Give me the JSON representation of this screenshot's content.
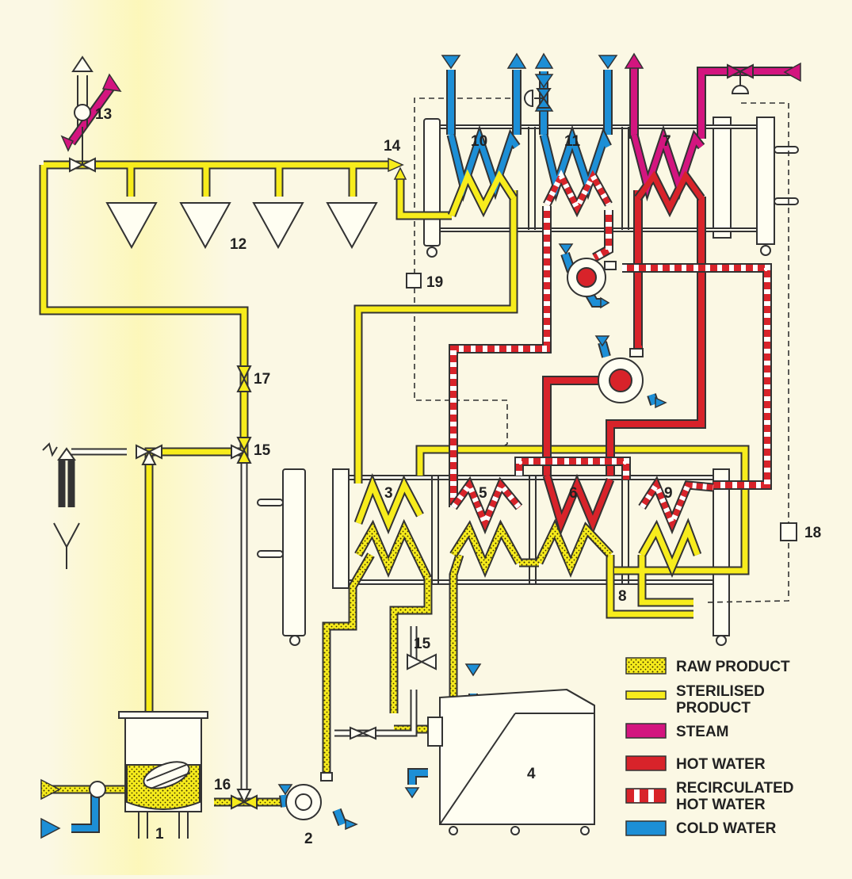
{
  "colors": {
    "product": "#f7ec1c",
    "raw_dots": "#3a3000",
    "steam": "#d3157f",
    "hot_water": "#d8232a",
    "recirculated_stripe": "#ffffff",
    "cold_water": "#1d8fd6",
    "outline": "#333333",
    "background": "#fbf8e4"
  },
  "labels": {
    "n1": "1",
    "n2": "2",
    "n3": "3",
    "n4": "4",
    "n5": "5",
    "n6": "6",
    "n7": "7",
    "n8": "8",
    "n9": "9",
    "n10": "10",
    "n11": "11",
    "n12": "12",
    "n13": "13",
    "n14": "14",
    "n15a": "15",
    "n15b": "15",
    "n16": "16",
    "n17": "17",
    "n18": "18",
    "n19": "19"
  },
  "legend": {
    "raw_product": "RAW PRODUCT",
    "sterilised_1": "STERILISED",
    "sterilised_2": "PRODUCT",
    "steam": "STEAM",
    "hot_water": "HOT WATER",
    "recirc_1": "RECIRCULATED",
    "recirc_2": "HOT WATER",
    "cold_water": "COLD WATER"
  }
}
